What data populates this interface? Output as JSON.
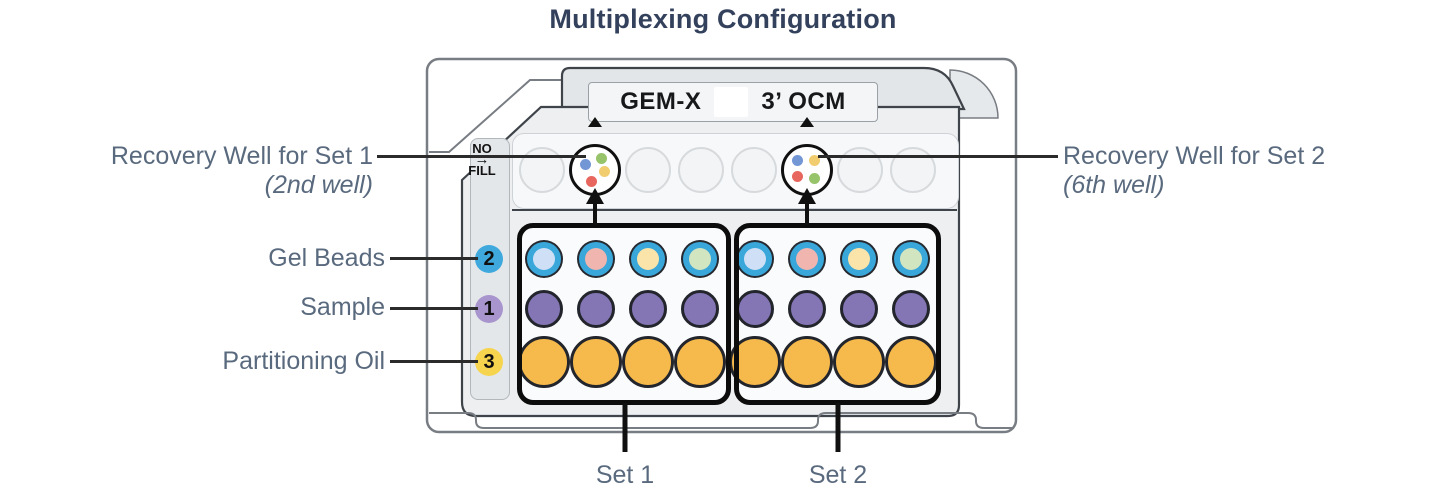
{
  "title": "Multiplexing Configuration",
  "chip": {
    "tab_label": {
      "left": "GEM-X",
      "right": "3’ OCM"
    },
    "no_fill": {
      "line1": "NO",
      "arrow": "→",
      "line2": "FILL"
    },
    "row_badges": [
      {
        "number": "2",
        "label": "Gel Beads",
        "color": "#3fa9de"
      },
      {
        "number": "1",
        "label": "Sample",
        "color": "#a995cd"
      },
      {
        "number": "3",
        "label": "Partitioning Oil",
        "color": "#f6d44e"
      }
    ]
  },
  "annotations": {
    "recovery_set1": {
      "line1": "Recovery Well for Set 1",
      "line2": "(2nd well)"
    },
    "recovery_set2": {
      "line1": "Recovery Well for Set 2",
      "line2": "(6th well)"
    },
    "set1": "Set 1",
    "set2": "Set 2"
  },
  "wells": {
    "recovery_row": {
      "count": 8,
      "highlighted_positions": [
        2,
        6
      ]
    },
    "recovery_dot_colors": {
      "blue": "#7396d5",
      "green": "#97c36a",
      "yellow": "#f1cd70",
      "red": "#e7675e"
    },
    "set1_dot_order": [
      "blue",
      "green",
      "yellow",
      "red"
    ],
    "set2_dot_order": [
      "blue",
      "yellow",
      "red",
      "green"
    ],
    "gel_bead_ring_color": "#3aa7da",
    "gel_bead_inner_colors": [
      "#cfe0f6",
      "#f0b5ae",
      "#fbe4a9",
      "#d2e5c1"
    ],
    "sample_color": "#8476b5",
    "oil_color": "#f6b94c",
    "columns_per_set": 4,
    "sets": [
      {
        "label": "Set 1"
      },
      {
        "label": "Set 2"
      }
    ]
  }
}
